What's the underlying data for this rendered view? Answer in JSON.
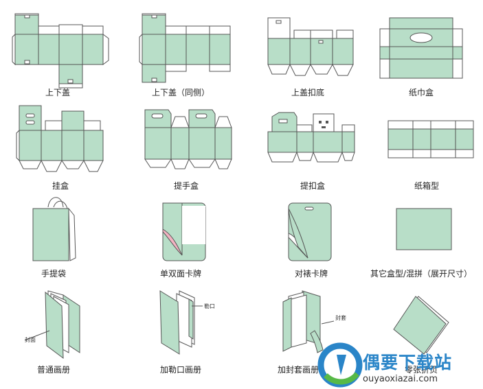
{
  "colors": {
    "fill": "#b8dec8",
    "stroke": "#555555",
    "pink": "#f2b3c2",
    "brand_blue": "#2a85c8",
    "brand_green": "#57b947"
  },
  "items": [
    {
      "label": "上下盖"
    },
    {
      "label": "上下盖（同侧）"
    },
    {
      "label": "上盖扣底"
    },
    {
      "label": "纸巾盒"
    },
    {
      "label": "挂盒"
    },
    {
      "label": "提手盒"
    },
    {
      "label": "提扣盒"
    },
    {
      "label": "纸箱型"
    },
    {
      "label": "手提袋"
    },
    {
      "label": "单双面卡牌"
    },
    {
      "label": "对裱卡牌"
    },
    {
      "label": "其它盒型/混拼（展开尺寸）"
    },
    {
      "label": "普通画册"
    },
    {
      "label": "加勒口画册"
    },
    {
      "label": "加封套画册"
    },
    {
      "label": "零张折页"
    }
  ],
  "annotations": {
    "cover": "封面",
    "flap": "勒口",
    "sleeve": "封套"
  },
  "watermark": {
    "title": "偶要下载站",
    "url": "ouyaoxiazai.com",
    "logo_icon": "globe-logo-icon"
  }
}
